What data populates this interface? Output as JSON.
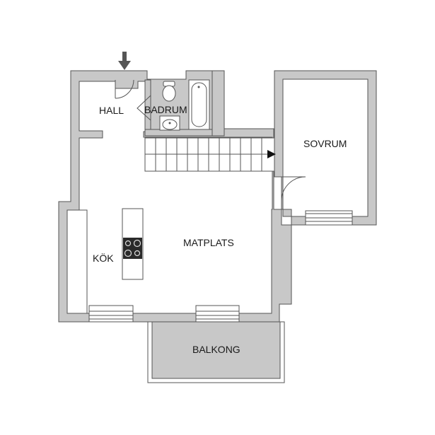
{
  "rooms": {
    "hall": "HALL",
    "badrum": "BADRUM",
    "sovrum": "SOVRUM",
    "kok": "KÖK",
    "matplats": "MATPLATS",
    "balkong": "BALKONG"
  },
  "colors": {
    "wall": "#c8c8c8",
    "wall_edge": "#555555",
    "stove": "#2a2a2a"
  },
  "icons": {
    "entrance": "arrow-down-icon",
    "stairs": "arrow-right-icon"
  }
}
